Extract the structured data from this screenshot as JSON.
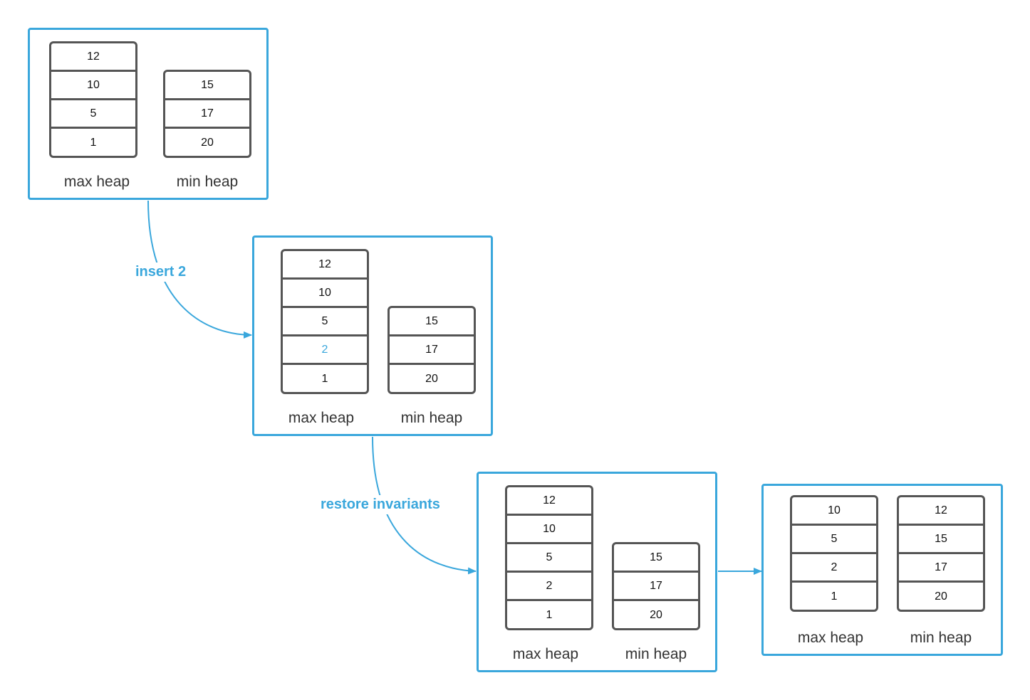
{
  "colors": {
    "accent": "#3aa7dc",
    "heap_border": "#555555"
  },
  "edges": {
    "insert_label": "insert 2",
    "restore_label": "restore invariants"
  },
  "states": [
    {
      "max_heap": {
        "label": "max heap",
        "values": [
          "12",
          "10",
          "5",
          "1"
        ]
      },
      "min_heap": {
        "label": "min heap",
        "values": [
          "15",
          "17",
          "20"
        ]
      }
    },
    {
      "max_heap": {
        "label": "max heap",
        "values": [
          "12",
          "10",
          "5",
          "2",
          "1"
        ],
        "highlight_value": "2"
      },
      "min_heap": {
        "label": "min heap",
        "values": [
          "15",
          "17",
          "20"
        ]
      }
    },
    {
      "max_heap": {
        "label": "max heap",
        "values": [
          "12",
          "10",
          "5",
          "2",
          "1"
        ]
      },
      "min_heap": {
        "label": "min heap",
        "values": [
          "15",
          "17",
          "20"
        ]
      }
    },
    {
      "max_heap": {
        "label": "max heap",
        "values": [
          "10",
          "5",
          "2",
          "1"
        ]
      },
      "min_heap": {
        "label": "min heap",
        "values": [
          "12",
          "15",
          "17",
          "20"
        ]
      }
    }
  ]
}
